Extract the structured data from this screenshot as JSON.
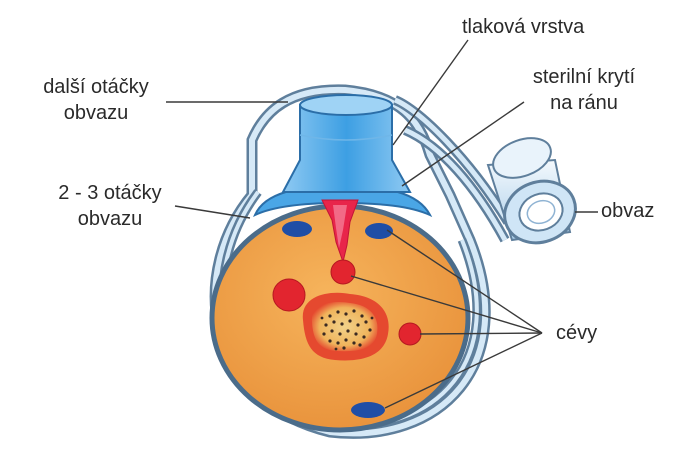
{
  "labels": {
    "pressure_layer": "tlaková vrstva",
    "sterile_cover_line1": "sterilní krytí",
    "sterile_cover_line2": "na ránu",
    "more_turns_line1": "další otáčky",
    "more_turns_line2": "obvazu",
    "first_turns_line1": "2 - 3 otáčky",
    "first_turns_line2": "obvazu",
    "bandage": "obvaz",
    "vessels": "cévy"
  },
  "colors": {
    "tissue": "#f0a248",
    "bandage_light": "#d6e9f7",
    "bandage_edge": "#5f7f9c",
    "pressure_pad": "#3d9fe3",
    "vessel_red": "#e2252f",
    "vessel_blue": "#1f4ea6",
    "wound": "#e8254a",
    "bone": "#d93a2a"
  }
}
